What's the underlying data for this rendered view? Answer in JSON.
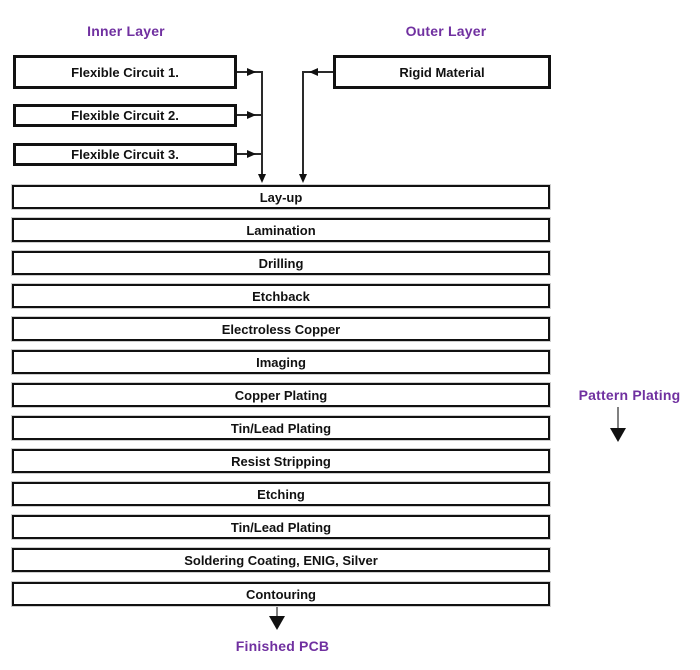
{
  "diagram": {
    "inner_layer_label": "Inner Layer",
    "outer_layer_label": "Outer Layer",
    "pattern_plating_label": "Pattern Plating",
    "finished_pcb_label": "Finished PCB",
    "inner_boxes": [
      "Flexible Circuit 1.",
      "Flexible Circuit 2.",
      "Flexible Circuit 3."
    ],
    "outer_box": "Rigid Material",
    "process_steps": [
      "Lay-up",
      "Lamination",
      "Drilling",
      "Etchback",
      "Electroless Copper",
      "Imaging",
      "Copper Plating",
      "Tin/Lead Plating",
      "Resist Stripping",
      "Etching",
      "Tin/Lead Plating",
      "Soldering Coating, ENIG, Silver",
      "Contouring"
    ],
    "colors": {
      "accent_purple": "#7030A0",
      "box_border": "#111111",
      "box_fill": "#FFFFFF",
      "arrow_shaft_gray": "#808080"
    }
  }
}
